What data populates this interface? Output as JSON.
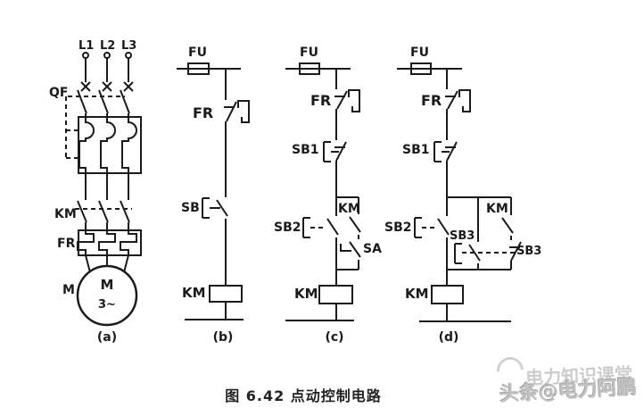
{
  "figure_caption": "图 6.42 点动控制电路",
  "watermark": {
    "line_back": "电力知识课堂",
    "line_front": "头条@电力阿鹏"
  },
  "circuit_a": {
    "panel_label": "(a)",
    "phases": [
      "L1",
      "L2",
      "L3"
    ],
    "breaker_label": "QF",
    "contactor_label": "KM",
    "thermal_relay_label": "FR",
    "motor_ref_label": "M",
    "motor_letter": "M",
    "motor_phase": "3~"
  },
  "circuit_b": {
    "panel_label": "(b)",
    "fuse_label": "FU",
    "thermal_contact_label": "FR",
    "button_label": "SB",
    "coil_label": "KM"
  },
  "circuit_c": {
    "panel_label": "(c)",
    "fuse_label": "FU",
    "thermal_contact_label": "FR",
    "stop_button_label": "SB1",
    "aux_contact_label": "KM",
    "start_button_label": "SB2",
    "selector_label": "SA",
    "coil_label": "KM"
  },
  "circuit_d": {
    "panel_label": "(d)",
    "fuse_label": "FU",
    "thermal_contact_label": "FR",
    "stop_button_label": "SB1",
    "aux_contact_label": "KM",
    "start_button_label": "SB2",
    "jog_no_label": "SB3",
    "jog_nc_label": "SB3",
    "coil_label": "KM"
  }
}
